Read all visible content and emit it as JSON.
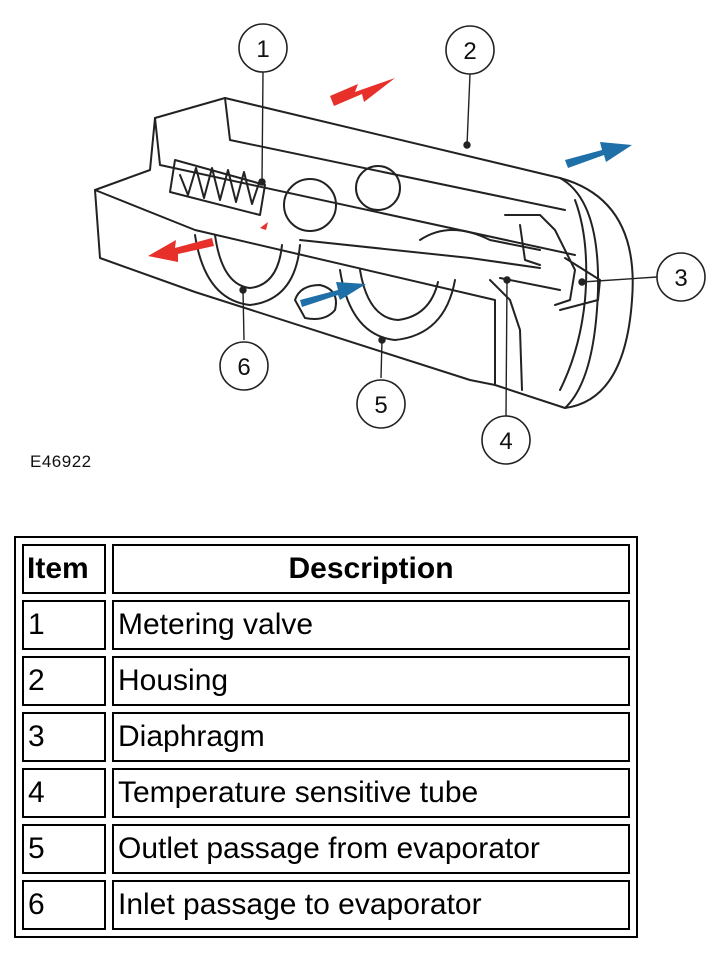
{
  "figure": {
    "id": "E46922",
    "callouts": [
      "1",
      "2",
      "3",
      "4",
      "5",
      "6"
    ]
  },
  "legend": {
    "headers": {
      "item": "Item",
      "description": "Description"
    },
    "rows": [
      {
        "item": "1",
        "description": "Metering valve"
      },
      {
        "item": "2",
        "description": "Housing"
      },
      {
        "item": "3",
        "description": "Diaphragm"
      },
      {
        "item": "4",
        "description": "Temperature sensitive tube"
      },
      {
        "item": "5",
        "description": "Outlet passage from evaporator"
      },
      {
        "item": "6",
        "description": "Inlet passage to evaporator"
      }
    ]
  },
  "colors": {
    "arrow_red": "#e8302a",
    "arrow_blue": "#1f6fa8",
    "line": "#222222"
  }
}
